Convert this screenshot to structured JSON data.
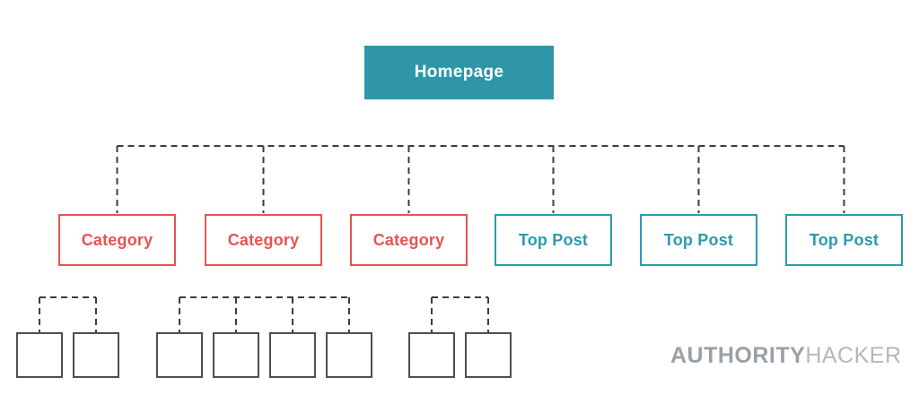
{
  "diagram": {
    "homepage": {
      "label": "Homepage"
    },
    "tier2": [
      {
        "label": "Category",
        "type": "category"
      },
      {
        "label": "Category",
        "type": "category"
      },
      {
        "label": "Category",
        "type": "category"
      },
      {
        "label": "Top Post",
        "type": "top-post"
      },
      {
        "label": "Top Post",
        "type": "top-post"
      },
      {
        "label": "Top Post",
        "type": "top-post"
      }
    ],
    "subpage_clusters": [
      {
        "parent": "Category 1",
        "box_count": 2
      },
      {
        "parent": "Category 2",
        "box_count": 4
      },
      {
        "parent": "Category 3",
        "box_count": 2
      }
    ]
  },
  "branding": {
    "part1": "AUTHORITY",
    "part2": "HACKER"
  },
  "colors": {
    "teal": "#2e96a8",
    "teal_border": "#2b9aaf",
    "red": "#e85450",
    "dash_gray": "#3d3d3d",
    "square_gray": "#4f4f4f",
    "logo_dark": "#9aa0a5",
    "logo_light": "#b3b8bd"
  }
}
